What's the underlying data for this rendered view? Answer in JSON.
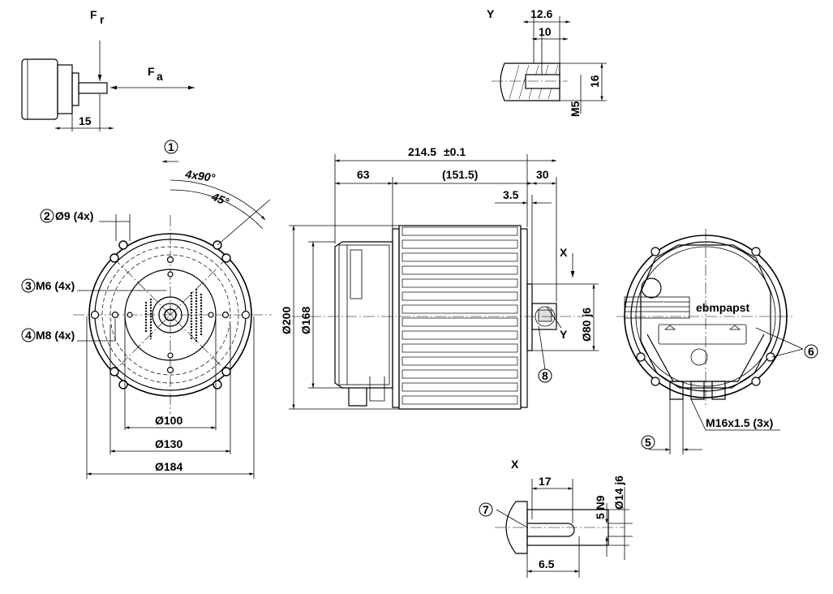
{
  "labels": {
    "fr": "F",
    "fr_sub": "r",
    "fa": "F",
    "fa_sub": "a",
    "shaft_load_dist": "15",
    "view_y": "Y",
    "view_y_marker": "Y",
    "view_x": "X",
    "view_x_marker": "X",
    "detail_y_12_6": "12.6",
    "detail_y_10": "10",
    "detail_y_16": "16",
    "detail_y_m5": "M5",
    "len_total": "214.5",
    "len_total_tol": "±0.1",
    "len_63": "63",
    "len_151_5": "(151.5)",
    "len_30": "30",
    "len_3_5": "3.5",
    "dia_200": "Ø200",
    "dia_168": "Ø168",
    "dia_80": "Ø80 j6",
    "front_4x90": "4x90°",
    "front_45": "45°",
    "front_d100": "Ø100",
    "front_d130": "Ø130",
    "front_d184": "Ø184",
    "rot_dir": "1",
    "callout_2": "2",
    "callout_2_text": "Ø9 (4x)",
    "callout_3": "3",
    "callout_3_text": "M6 (4x)",
    "callout_4": "4",
    "callout_4_text": "M8 (4x)",
    "callout_5": "5",
    "callout_6": "6",
    "callout_7": "7",
    "callout_8": "8",
    "cable_gland": "M16x1.5 (3x)",
    "brand": "ebmpapst",
    "key_17": "17",
    "key_6_5": "6.5",
    "key_5n9": "5 N9",
    "key_d14": "Ø14 j6"
  }
}
